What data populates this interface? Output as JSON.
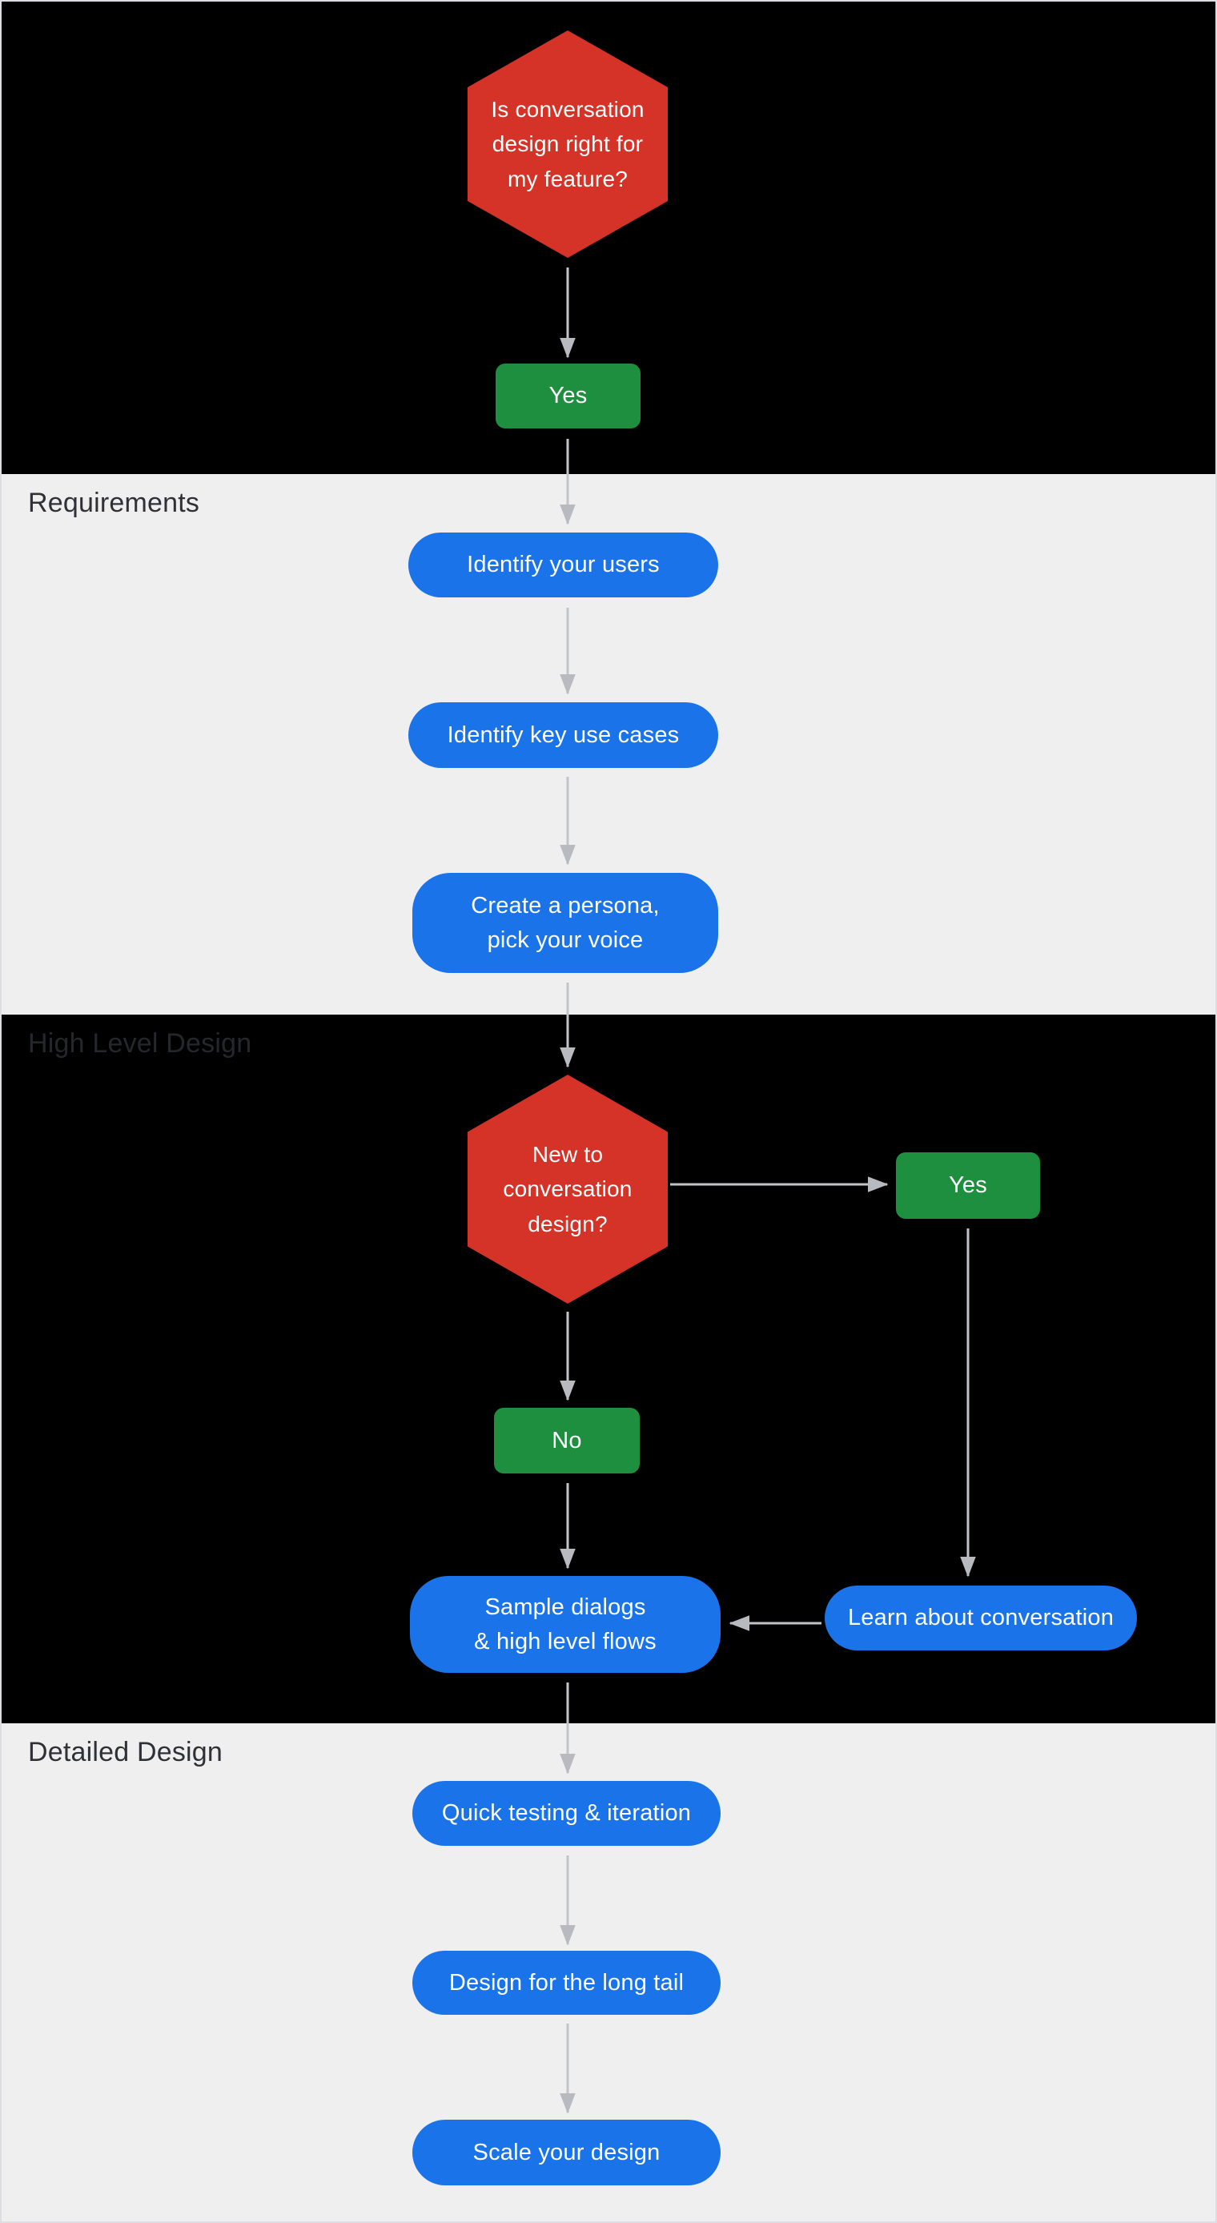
{
  "colors": {
    "background_dark": "#000000",
    "background_light": "#F0EFF0",
    "decision_red": "#D53327",
    "answer_green": "#1E8F3E",
    "step_blue": "#1A73E8",
    "arrow_gray": "#C1C4C8",
    "arrowhead_gray": "#B7BABF",
    "node_text": "#FFFFFF",
    "section_label_on_light": "#2F3136",
    "section_label_on_dark": "#24272B",
    "frame_border": "#DDDEE3"
  },
  "sections": {
    "intro": {
      "label": ""
    },
    "requirements": {
      "label": "Requirements"
    },
    "high_level_design": {
      "label": "High Level Design"
    },
    "detailed_design": {
      "label": "Detailed Design"
    }
  },
  "flow": {
    "decision_fit": {
      "type": "decision",
      "label": "Is conversation\ndesign right for\nmy feature?"
    },
    "fit_yes": {
      "type": "answer",
      "label": "Yes"
    },
    "identify_users": {
      "type": "step",
      "label": "Identify your users"
    },
    "identify_use_cases": {
      "type": "step",
      "label": "Identify key use cases"
    },
    "create_persona": {
      "type": "step",
      "label": "Create a persona,\npick your voice"
    },
    "decision_new": {
      "type": "decision",
      "label": "New to\nconversation\ndesign?"
    },
    "new_yes": {
      "type": "answer",
      "label": "Yes"
    },
    "new_no": {
      "type": "answer",
      "label": "No"
    },
    "learn_conversation": {
      "type": "step",
      "label": "Learn about conversation"
    },
    "sample_dialogs": {
      "type": "step",
      "label": "Sample dialogs\n& high level flows"
    },
    "quick_testing": {
      "type": "step",
      "label": "Quick testing & iteration"
    },
    "long_tail": {
      "type": "step",
      "label": "Design for the long tail"
    },
    "scale_design": {
      "type": "step",
      "label": "Scale your design"
    }
  },
  "edges": [
    {
      "from": "decision_fit",
      "to": "fit_yes"
    },
    {
      "from": "fit_yes",
      "to": "identify_users"
    },
    {
      "from": "identify_users",
      "to": "identify_use_cases"
    },
    {
      "from": "identify_use_cases",
      "to": "create_persona"
    },
    {
      "from": "create_persona",
      "to": "decision_new"
    },
    {
      "from": "decision_new",
      "to": "new_yes"
    },
    {
      "from": "decision_new",
      "to": "new_no"
    },
    {
      "from": "new_yes",
      "to": "learn_conversation"
    },
    {
      "from": "new_no",
      "to": "sample_dialogs"
    },
    {
      "from": "learn_conversation",
      "to": "sample_dialogs"
    },
    {
      "from": "sample_dialogs",
      "to": "quick_testing"
    },
    {
      "from": "quick_testing",
      "to": "long_tail"
    },
    {
      "from": "long_tail",
      "to": "scale_design"
    }
  ]
}
